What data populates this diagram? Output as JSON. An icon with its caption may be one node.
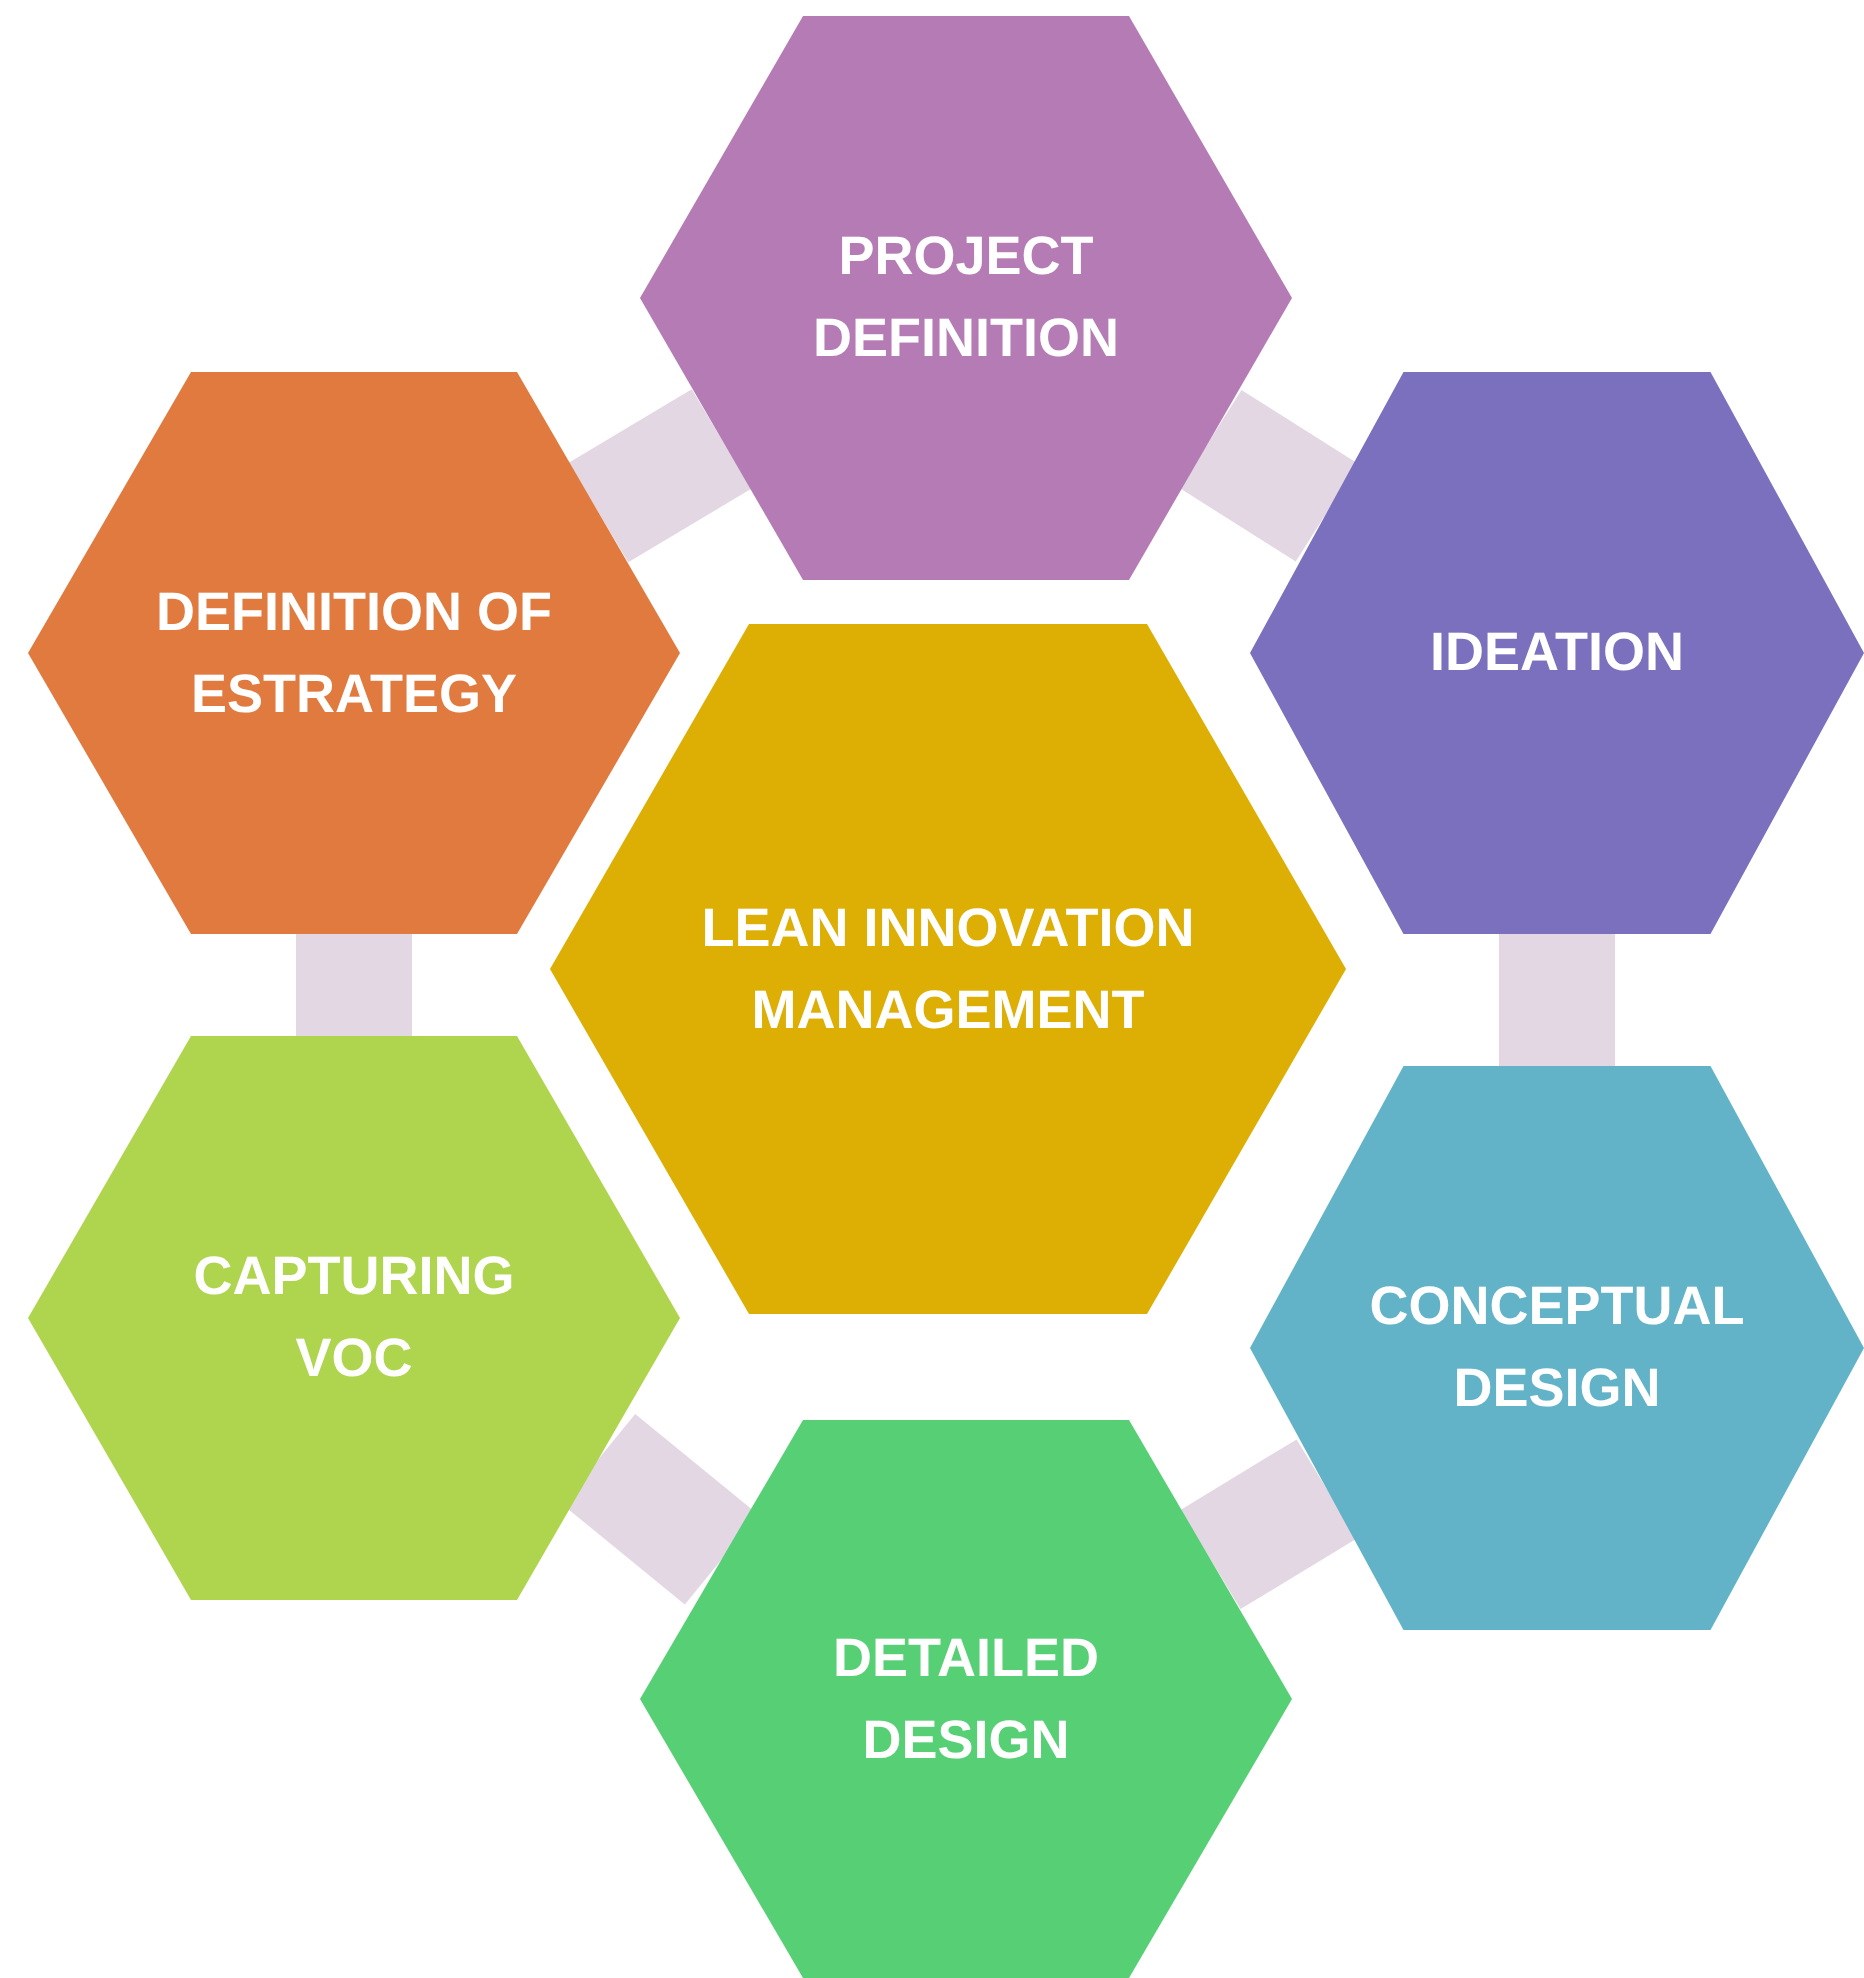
{
  "diagram": {
    "nodes": [
      {
        "text": [
          "PROJECT DEFINITION"
        ]
      },
      {
        "text": [
          "DEFINITION OF ESTRATEGY"
        ]
      },
      {
        "text": [
          "IDEATION"
        ]
      },
      {
        "text": [
          "LEAN INNOVATION MANAGEMENT"
        ]
      },
      {
        "text": [
          "CAPTURING VOC"
        ]
      },
      {
        "text": [
          "CONCEPTUAL DESIGN"
        ]
      },
      {
        "text": [
          "DETAILED DESIGN"
        ]
      }
    ],
    "edges": [
      {
        "from": 1,
        "to": 0,
        "arrow": "none"
      },
      {
        "from": 0,
        "to": 2,
        "arrow": "none"
      },
      {
        "from": 2,
        "to": 5,
        "arrow": "none"
      },
      {
        "from": 5,
        "to": 6,
        "arrow": "none"
      },
      {
        "from": 6,
        "to": 4,
        "arrow": "none"
      },
      {
        "from": 4,
        "to": 1,
        "arrow": "none"
      }
    ]
  }
}
